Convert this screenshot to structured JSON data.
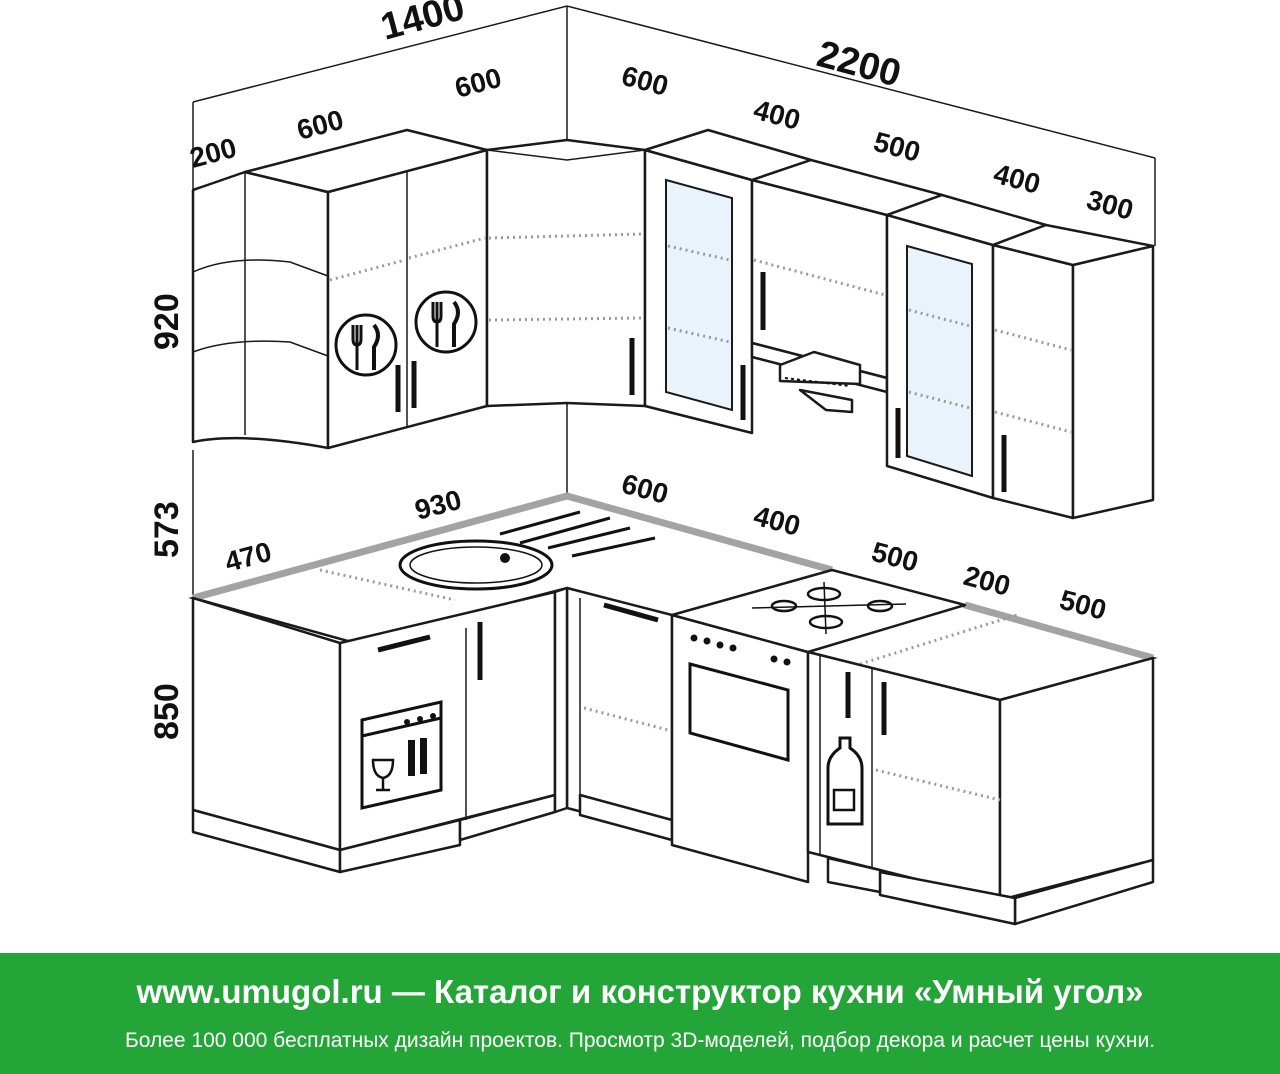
{
  "dimensions": {
    "top_width_left": "1400",
    "top_width_right": "2200",
    "upper_left": [
      "200",
      "600",
      "600"
    ],
    "upper_right": [
      "600",
      "400",
      "500",
      "400",
      "300"
    ],
    "height_upper": "920",
    "height_gap": "573",
    "height_lower": "850",
    "lower_left": [
      "470",
      "930"
    ],
    "lower_right": [
      "600",
      "400",
      "500",
      "200",
      "500"
    ]
  },
  "banner": {
    "title": "www.umugol.ru — Каталог и конструктор кухни «Умный угол»",
    "subtitle": "Более 100 000 бесплатных дизайн проектов. Просмотр 3D-моделей, подбор декора и расчет цены кухни."
  },
  "colors": {
    "banner_bg": "#23a538",
    "line": "#1a1a1a",
    "glass": "#e8f3fb"
  }
}
